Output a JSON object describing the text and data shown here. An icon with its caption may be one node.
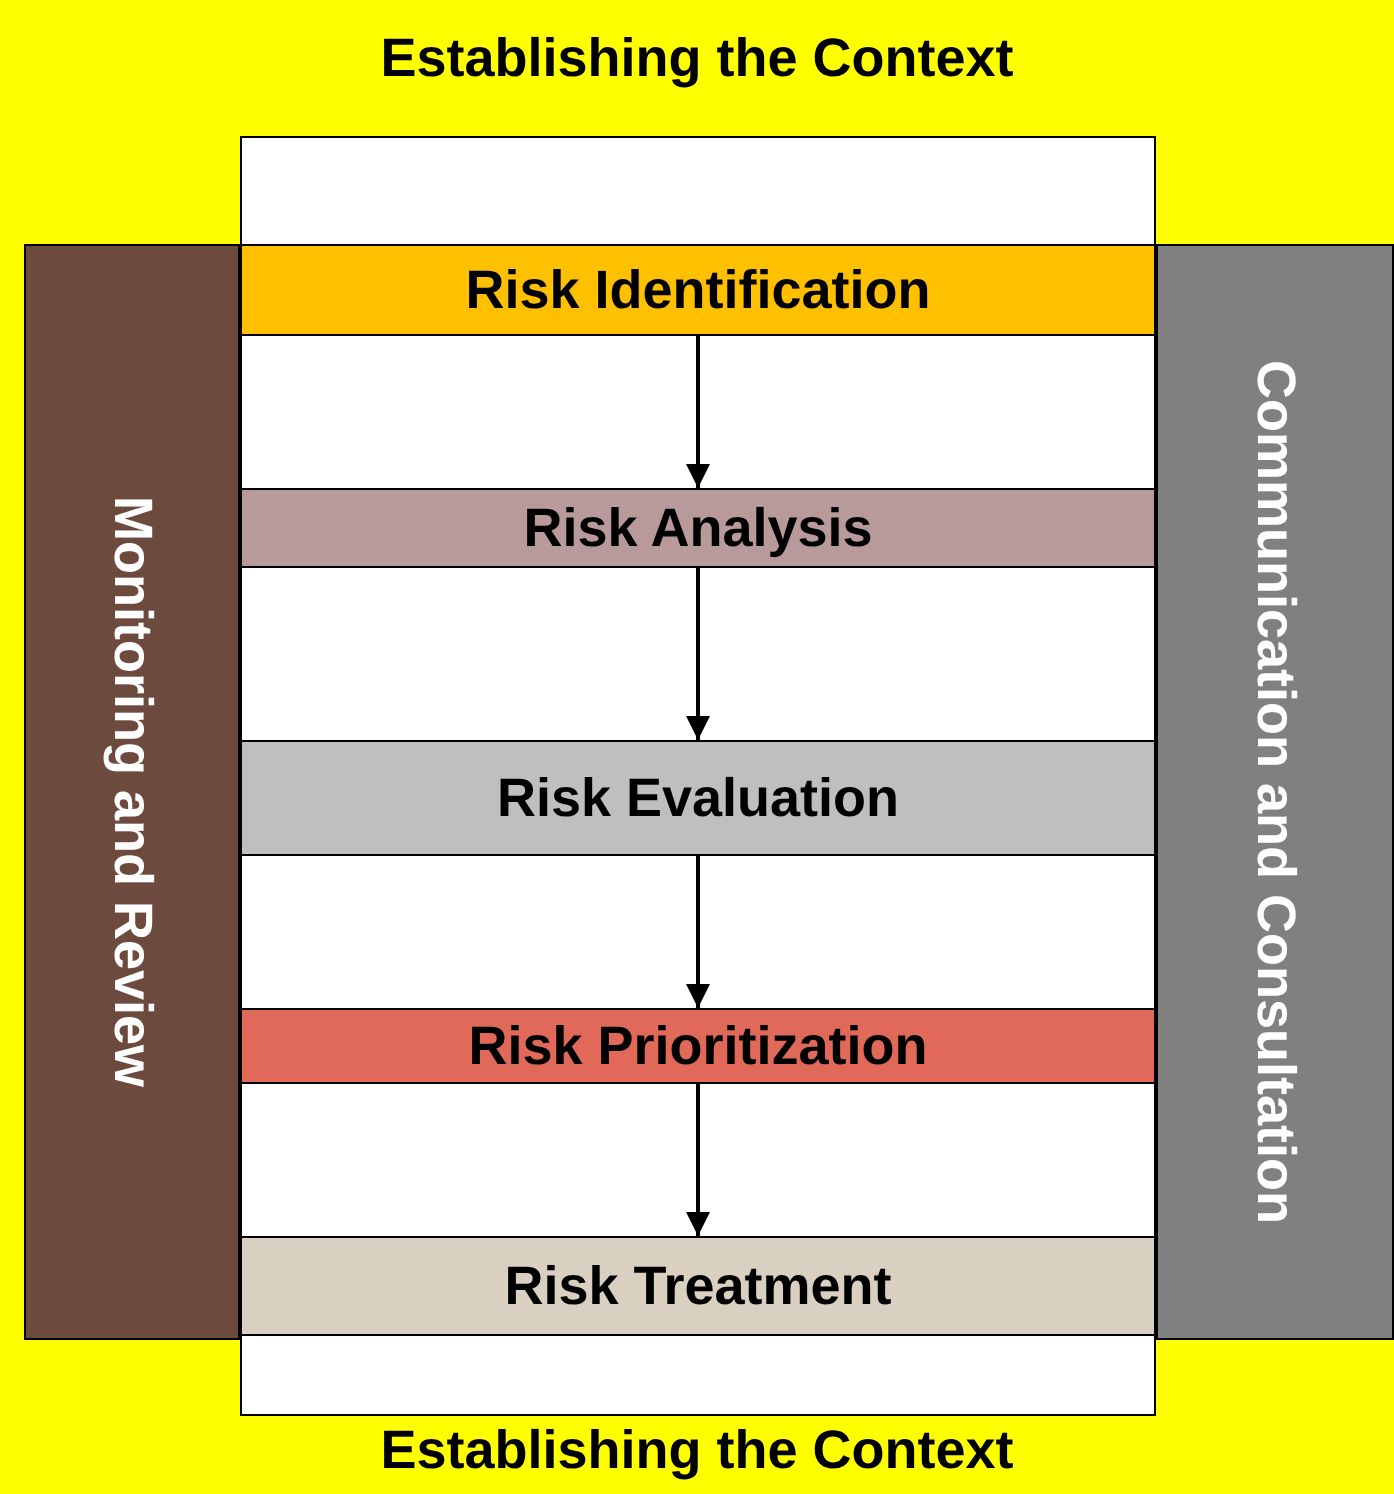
{
  "diagram": {
    "nodes": [
      {
        "text": [
          "Establishing the Context",
          "Establishing the Context"
        ]
      },
      {
        "text": [
          "Monitoring and Review"
        ],
        "in": 0
      },
      {
        "text": [
          "Communication and Consultation"
        ],
        "in": 0
      },
      {
        "text": [
          "Risk Identification"
        ],
        "in": 0
      },
      {
        "text": [
          "Risk Analysis"
        ],
        "in": 0
      },
      {
        "text": [
          "Risk Evaluation"
        ],
        "in": 0
      },
      {
        "text": [
          "Risk Prioritization"
        ],
        "in": 0
      },
      {
        "text": [
          "Risk Treatment"
        ],
        "in": 0
      }
    ],
    "edges": [
      {
        "from": 3,
        "to": 4,
        "arrow": "to"
      },
      {
        "from": 4,
        "to": 5,
        "arrow": "to"
      },
      {
        "from": 5,
        "to": 6,
        "arrow": "to"
      },
      {
        "from": 6,
        "to": 7,
        "arrow": "to"
      }
    ]
  }
}
